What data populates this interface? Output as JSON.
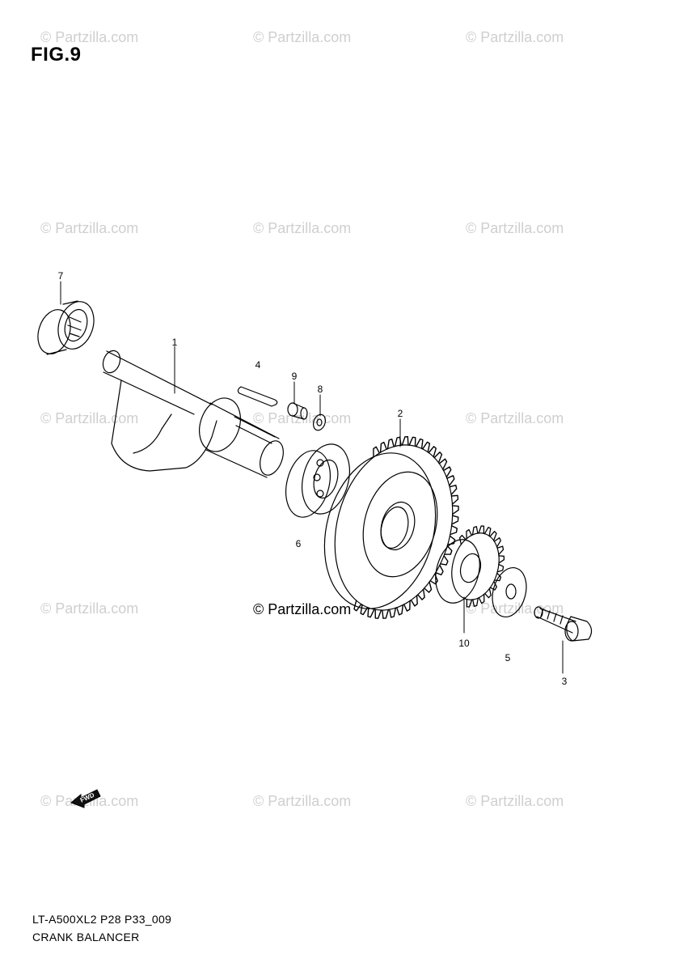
{
  "figure_title": "FIG.9",
  "watermark_text": "© Partzilla.com",
  "credit_text": "© Partzilla.com",
  "callouts": {
    "c1": "1",
    "c2": "2",
    "c3": "3",
    "c4": "4",
    "c5": "5",
    "c6": "6",
    "c7": "7",
    "c8": "8",
    "c9": "9",
    "c10": "10"
  },
  "fwd_label": "FWD",
  "footer": {
    "code": "LT-A500XL2 P28 P33_009",
    "name": "CRANK BALANCER"
  }
}
